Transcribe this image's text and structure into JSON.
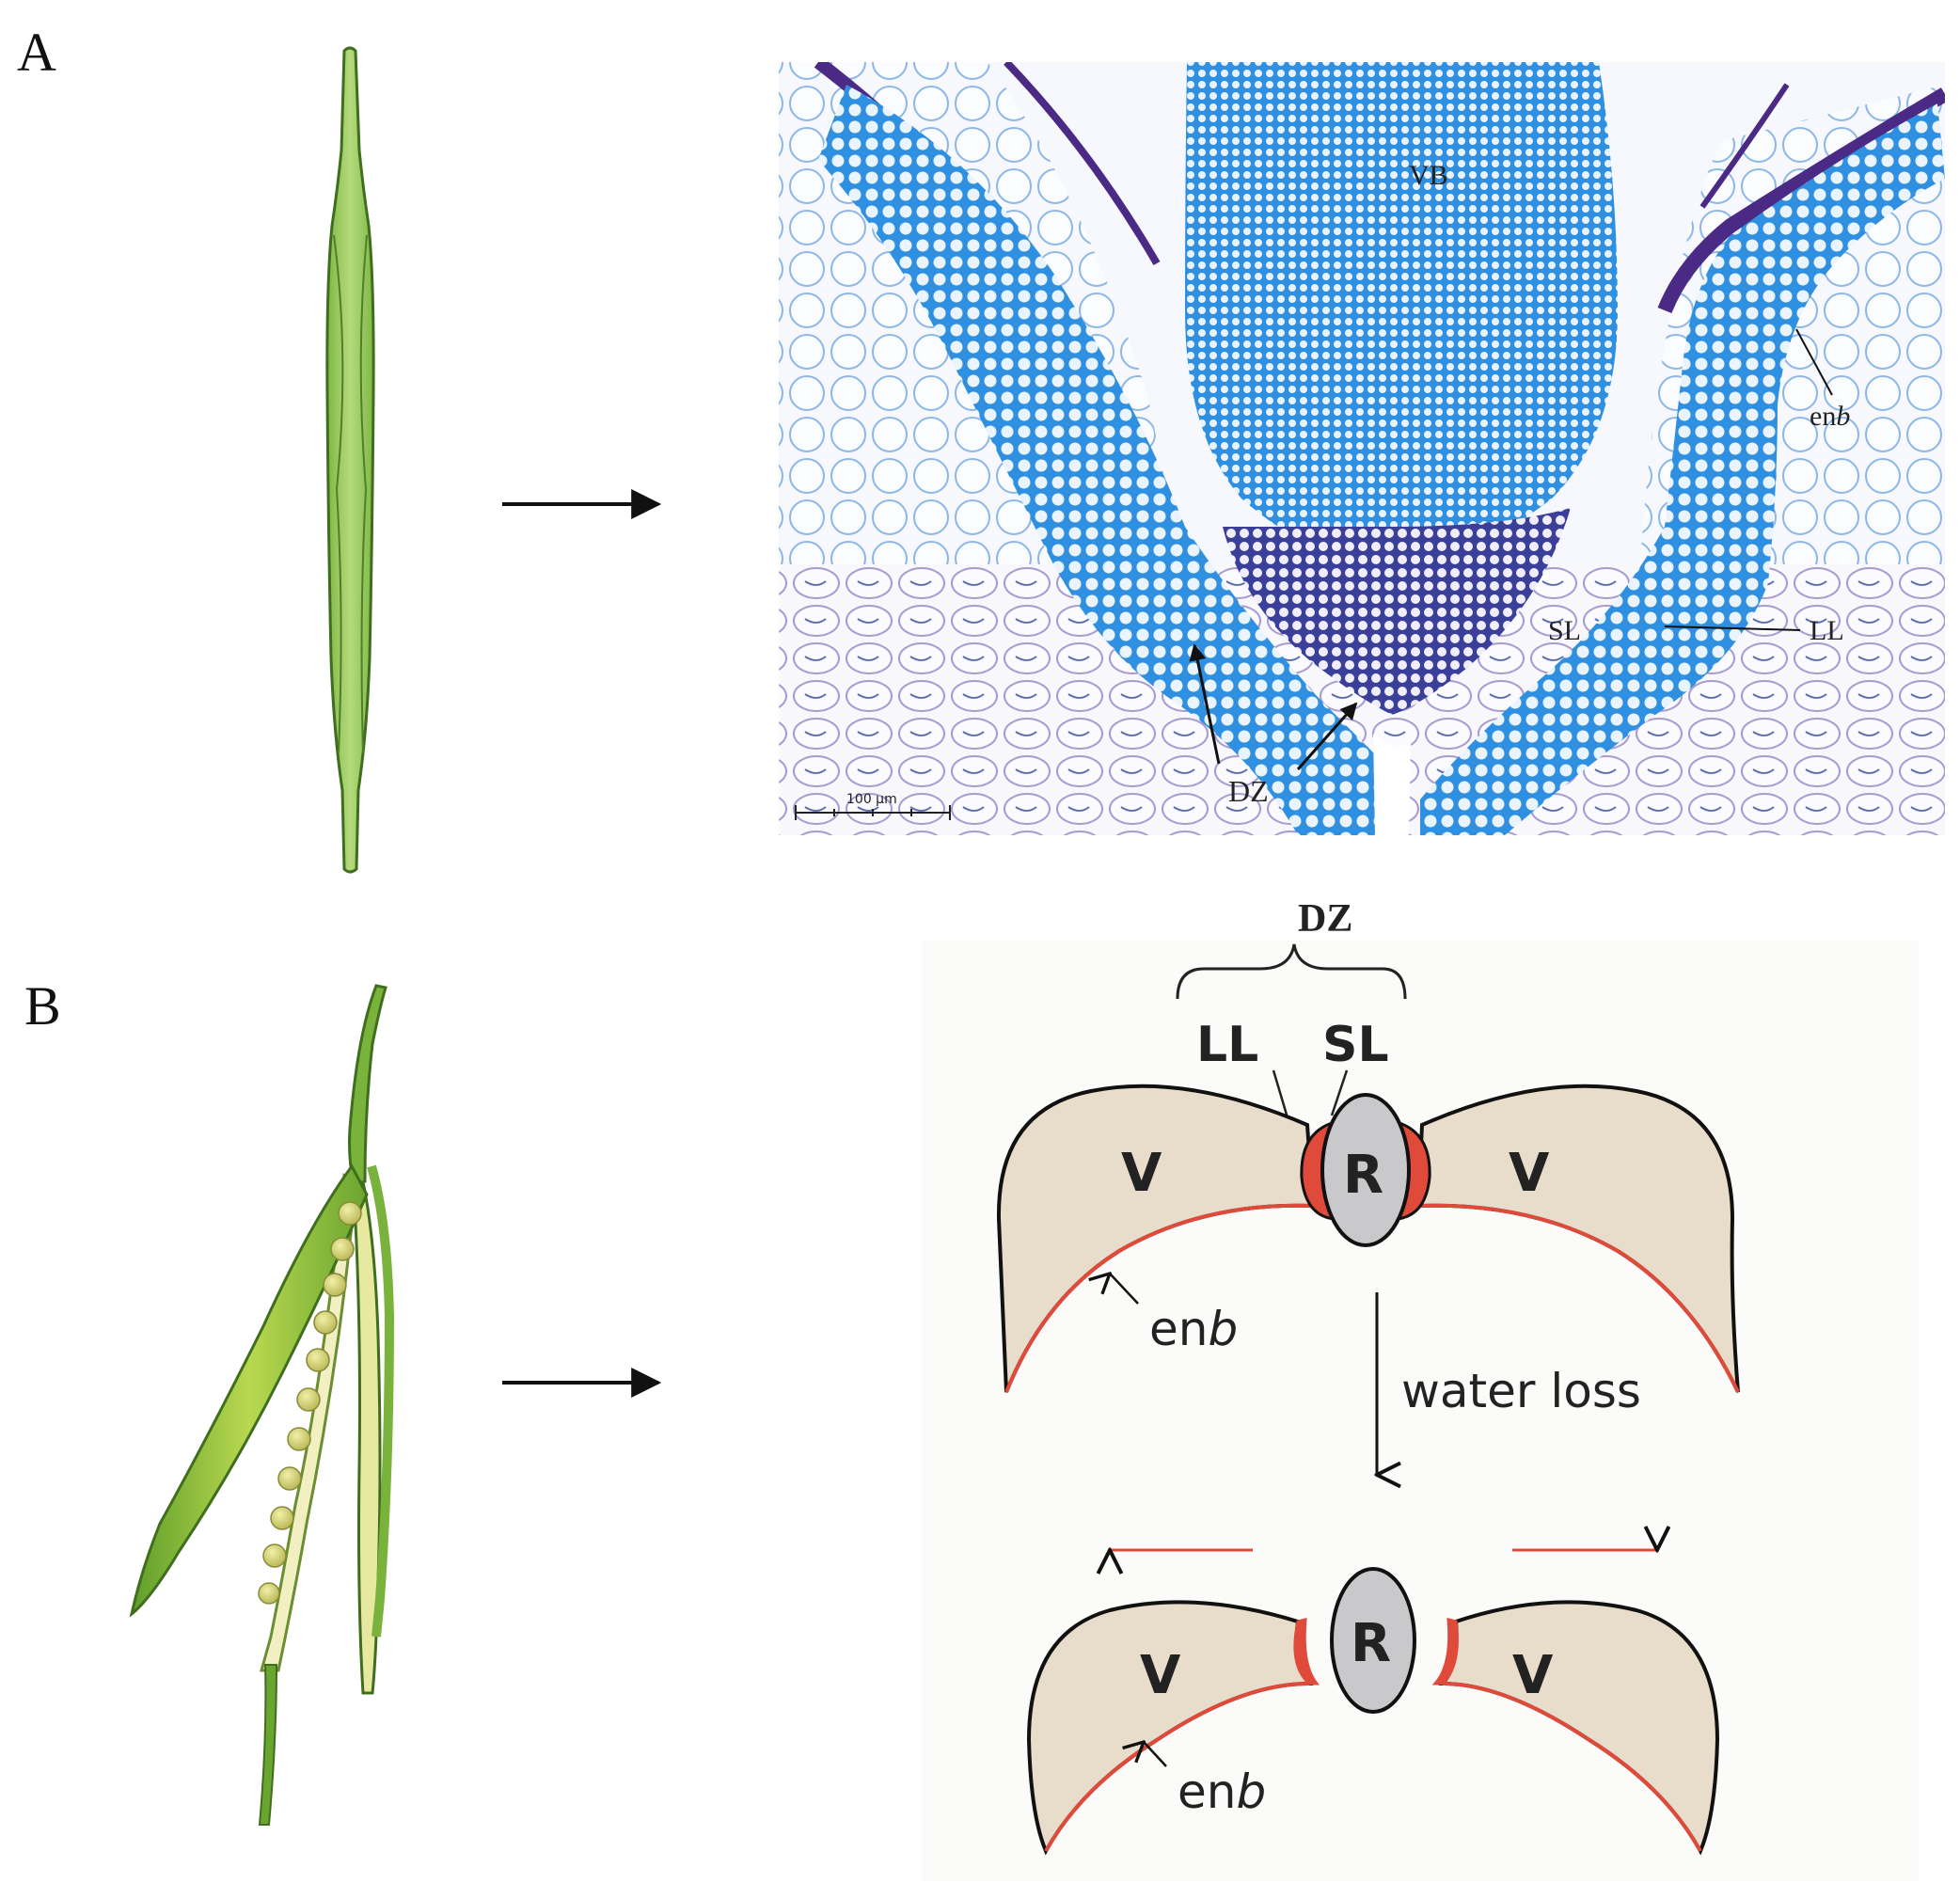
{
  "panels": {
    "a": {
      "letter": "A",
      "micrograph_labels": {
        "vb": "VB",
        "enb_prefix": "en",
        "enb_suffix": "b",
        "sl": "SL",
        "ll": "LL",
        "dz": "DZ",
        "scale_bar": "100 µm"
      }
    },
    "b": {
      "letter": "B",
      "schematic_labels": {
        "dz": "DZ",
        "ll": "LL",
        "sl": "SL",
        "valve": "V",
        "replum": "R",
        "enb_prefix": "en",
        "enb_suffix": "b",
        "water_loss": "water loss"
      }
    }
  },
  "colors": {
    "pod_green": "#8dc255",
    "pod_outline": "#3f6e1f",
    "stain_blue": "#2f8fe0",
    "stain_purple": "#5a2c8a",
    "valve_fill": "#e8dccb",
    "separation_red": "#e04a3a",
    "replum_grey": "#c9c9cc"
  }
}
